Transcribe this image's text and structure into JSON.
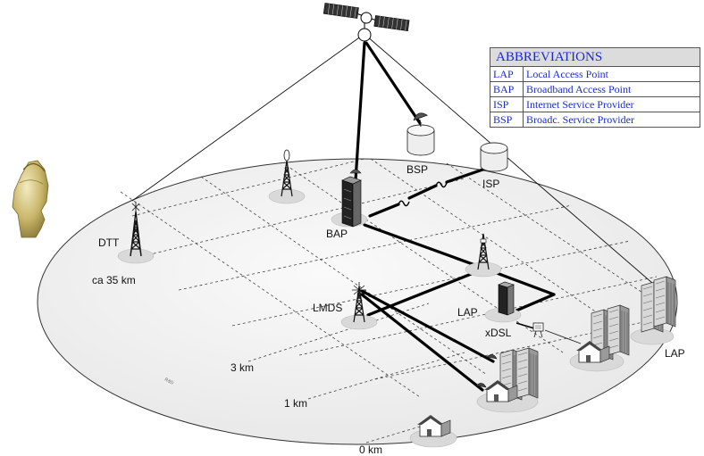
{
  "abbreviations": {
    "title": "ABBREVIATIONS",
    "rows": [
      {
        "code": "LAP",
        "meaning": "Local Access Point"
      },
      {
        "code": "BAP",
        "meaning": "Broadband Access Point"
      },
      {
        "code": "ISP",
        "meaning": "Internet Service Provider"
      },
      {
        "code": "BSP",
        "meaning": "Broadc. Service Provider"
      }
    ]
  },
  "labels": {
    "bsp": "BSP",
    "isp": "ISP",
    "bap": "BAP",
    "dtt": "DTT",
    "ca35": "ca 35 km",
    "lmds": "LMDS",
    "lap_center": "LAP",
    "xdsl": "xDSL",
    "lap_right": "LAP",
    "km3": "3 km",
    "km1": "1 km",
    "km0": "0 km",
    "rd": "R&D"
  },
  "colors": {
    "table_text": "#1a2bd6",
    "table_header_bg": "#dcdcdc",
    "disc": "#efefef"
  },
  "icons": [
    "satellite-icon",
    "crest-emblem",
    "dish-icon",
    "tower-icon",
    "building-icon",
    "house-icon"
  ]
}
